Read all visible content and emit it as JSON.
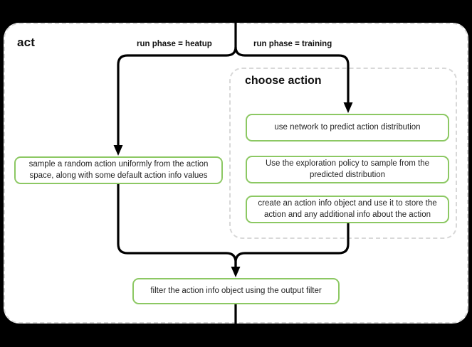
{
  "diagram": {
    "title": "act",
    "type": "flowchart",
    "group": {
      "title": "choose action",
      "style": "dashed"
    },
    "branch_labels": {
      "left": "run phase = heatup",
      "right": "run phase = training"
    },
    "nodes": {
      "sample_random": "sample a random action uniformly from the action space, along with some default action info values",
      "use_network": "use network to predict action distribution",
      "exploration_policy": "Use the exploration policy to sample from the predicted distribution",
      "create_action_info": "create an action info object and use it to store the action and any additional info about the action",
      "filter_action_info": "filter the action info object using the output filter"
    },
    "colors": {
      "node_border": "#8cc863",
      "group_border": "#d8d8d8",
      "wire": "#000000",
      "card_background": "#ffffff",
      "page_background": "#000000"
    }
  }
}
